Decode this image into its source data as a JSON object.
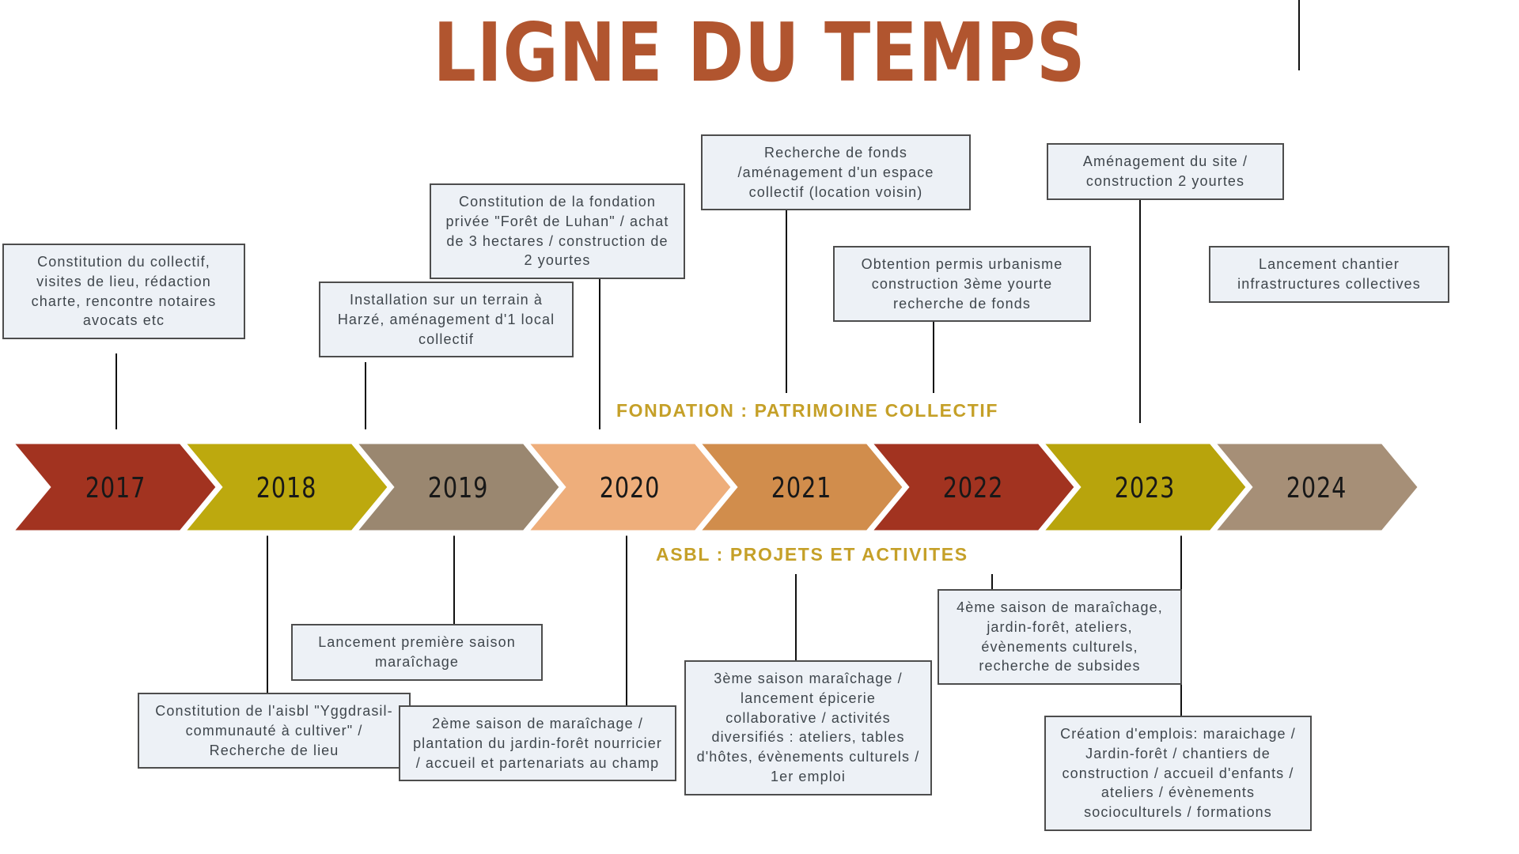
{
  "title": "LIGNE DU TEMPS",
  "colors": {
    "title": "#B1552F",
    "band_label_gold": "#C5A028",
    "box_background": "#EDF1F6",
    "box_border": "#4D4D4D",
    "box_text": "#3F464C",
    "connector": "#111111"
  },
  "timeline": {
    "band_labels": {
      "above": "FONDATION : PATRIMOINE COLLECTIF",
      "below": "ASBL : PROJETS ET ACTIVITES"
    },
    "years": [
      {
        "label": "2017",
        "color": "#A23320"
      },
      {
        "label": "2018",
        "color": "#BDA90E"
      },
      {
        "label": "2019",
        "color": "#9A8770"
      },
      {
        "label": "2020",
        "color": "#EEAE7B"
      },
      {
        "label": "2021",
        "color": "#D18D4C"
      },
      {
        "label": "2022",
        "color": "#A23320"
      },
      {
        "label": "2023",
        "color": "#B8A40C"
      },
      {
        "label": "2024",
        "color": "#A68F77"
      }
    ]
  },
  "events_above": [
    {
      "year": "2017",
      "text": "Constitution du collectif, visites de lieu, rédaction charte, rencontre notaires avocats etc"
    },
    {
      "year": "2019",
      "text": "Installation sur un terrain à Harzé, aménagement d'1 local collectif"
    },
    {
      "year": "2020",
      "text": "Constitution de la fondation privée \"Forêt de Luhan\" / achat de 3 hectares / construction de 2 yourtes"
    },
    {
      "year": "2021",
      "text": "Recherche de fonds /aménagement d'un espace collectif (location voisin)"
    },
    {
      "year": "2022",
      "text": "Obtention permis urbanisme construction 3ème yourte recherche de fonds"
    },
    {
      "year": "2023",
      "text": "Aménagement du site / construction 2 yourtes"
    },
    {
      "year": "2024",
      "text": "Lancement chantier infrastructures collectives"
    }
  ],
  "events_below": [
    {
      "year": "2018",
      "text": "Constitution de l'aisbl \"Yggdrasil-communauté à cultiver\" / Recherche de lieu"
    },
    {
      "year": "2019",
      "text": "Lancement première saison maraîchage"
    },
    {
      "year": "2020",
      "text": "2ème saison de maraîchage / plantation du jardin-forêt nourricier / accueil et partenariats au champ"
    },
    {
      "year": "2021",
      "text": "3ème saison maraîchage / lancement épicerie collaborative / activités diversifiés : ateliers, tables d'hôtes, évènements culturels / 1er emploi"
    },
    {
      "year": "2022",
      "text": "4ème saison de maraîchage, jardin-forêt, ateliers, évènements culturels, recherche de subsides"
    },
    {
      "year": "2023",
      "text": "Création d'emplois: maraichage / Jardin-forêt / chantiers de construction / accueil d'enfants / ateliers / évènements socioculturels / formations"
    }
  ]
}
